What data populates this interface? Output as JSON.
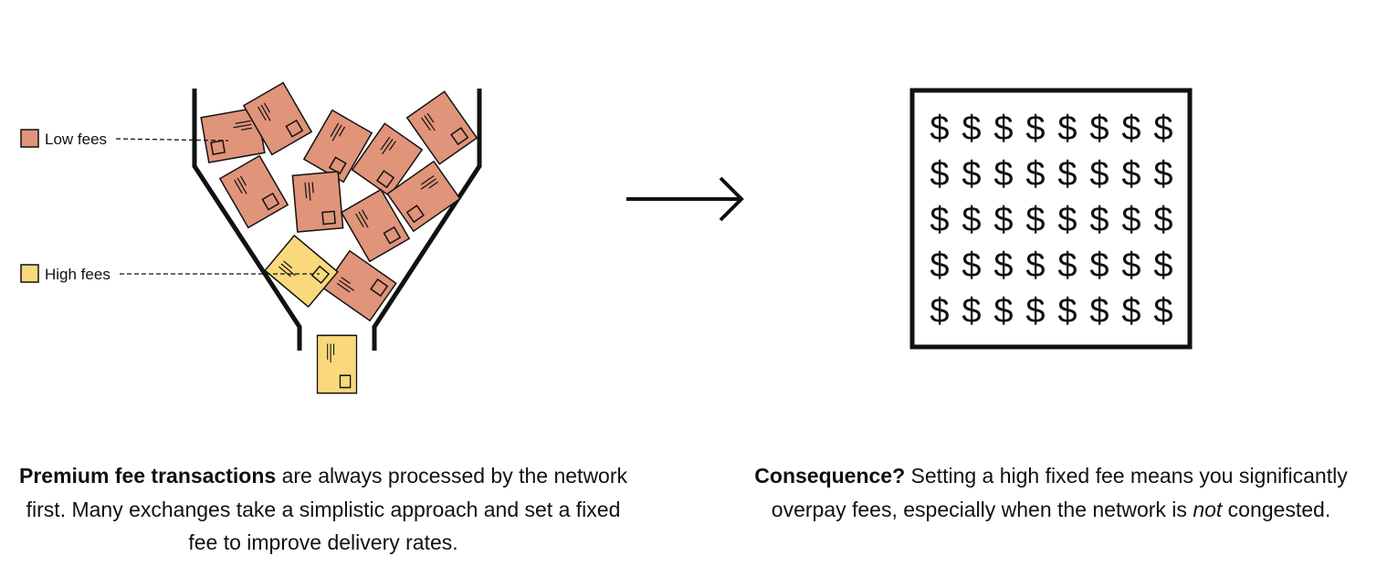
{
  "legend": {
    "low_fees_label": "Low fees",
    "high_fees_label": "High fees"
  },
  "colors": {
    "low_fee": "#e0947a",
    "high_fee": "#f9d97c",
    "stroke": "#111111"
  },
  "icons": {
    "arrow": "right-arrow-icon",
    "transaction": "envelope-icon"
  },
  "dollar_grid": {
    "symbol": "$",
    "rows": 5,
    "cols": 8
  },
  "caption_left": {
    "bold": "Premium fee transactions",
    "rest": " are always processed by the network first. Many exchanges take a simplistic approach and set a fixed fee to improve delivery rates."
  },
  "caption_right": {
    "bold": "Consequence?",
    "part1": " Setting a high fixed fee means you significantly overpay fees, especially when the network is ",
    "emphasis": "not",
    "part2": " congested."
  }
}
